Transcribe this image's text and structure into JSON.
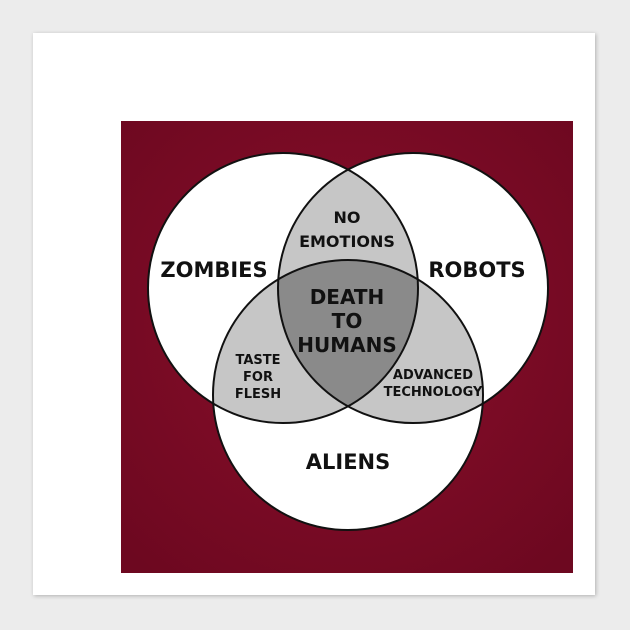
{
  "colors": {
    "page_background": "#ececec",
    "poster_background": "#ffffff",
    "artwork_background": "#7d0a24",
    "circle_fill": "#ffffff",
    "pair_overlap_fill": "#c6c6c6",
    "triple_overlap_fill": "#8a8a8a",
    "outline": "#111111"
  },
  "venn": {
    "sets": {
      "zombies": "ZOMBIES",
      "robots": "ROBOTS",
      "aliens": "ALIENS"
    },
    "overlaps": {
      "zombies_robots": [
        "NO",
        "EMOTIONS"
      ],
      "zombies_aliens": [
        "TASTE",
        "FOR",
        "FLESH"
      ],
      "robots_aliens": [
        "ADVANCED",
        "TECHNOLOGY"
      ],
      "all_three": [
        "DEATH",
        "TO",
        "HUMANS"
      ]
    }
  }
}
